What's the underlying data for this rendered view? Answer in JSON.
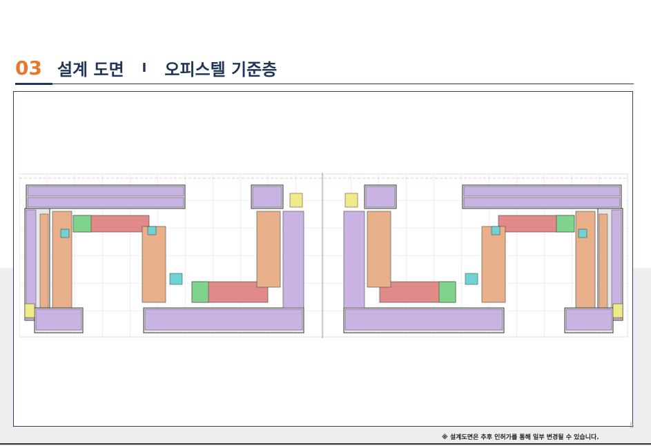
{
  "header": {
    "section_number": "03",
    "section_title": "설계 도면",
    "separator": "I",
    "subtitle": "오피스텔 기준층"
  },
  "page_number": "5",
  "footnote": "※ 설계도면은 추후 인허가를 통해 일부 변경될 수 있습니다.",
  "colors": {
    "accent": "#e8772e",
    "navy": "#1e3557",
    "unit_purple": "#c9b3e3",
    "unit_orange": "#e8b08a",
    "unit_red": "#e08a8a",
    "unit_green": "#7fd38a",
    "core_cyan": "#6fd3d3",
    "core_yellow": "#efe98a"
  }
}
